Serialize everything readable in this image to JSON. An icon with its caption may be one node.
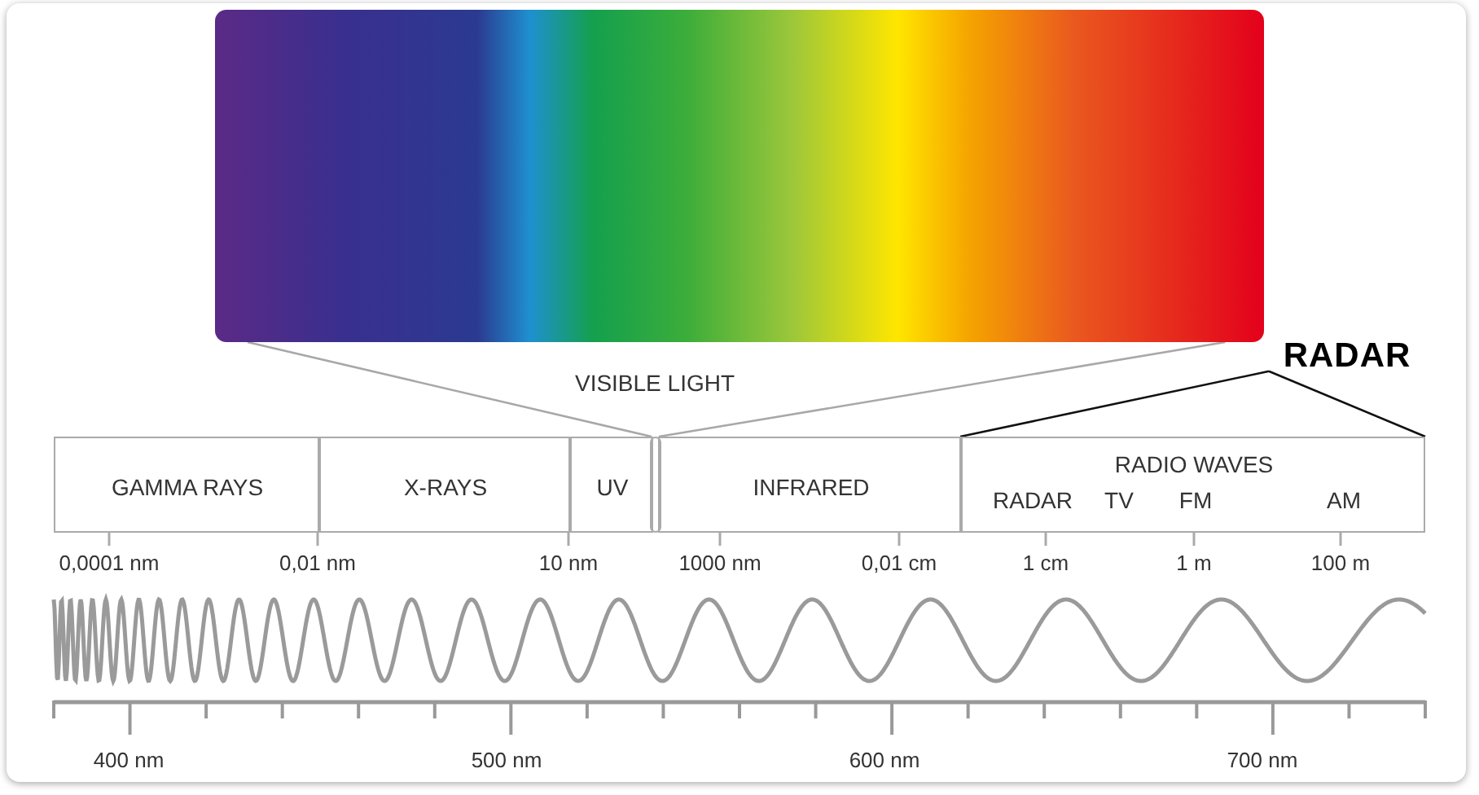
{
  "diagram": {
    "nodes": [
      {
        "text": [],
        "shape": "bar"
      },
      {
        "text": [
          "GAMMA RAYS"
        ]
      },
      {
        "text": [
          "X-RAYS"
        ]
      },
      {
        "text": [
          "UV"
        ]
      },
      {
        "text": [],
        "shape": "bar"
      },
      {
        "text": [
          "INFRARED"
        ]
      },
      {
        "text": [
          "RADIO WAVES",
          "RADAR",
          "TV",
          "FM",
          "AM"
        ]
      },
      {
        "text": [
          "RADAR"
        ]
      }
    ],
    "edges": [
      {
        "from": 0,
        "to": 4,
        "arrow": "none"
      },
      {
        "from": 0,
        "to": 4,
        "arrow": "none"
      },
      {
        "from": 7,
        "to": 6,
        "arrow": "none",
        "color": "#111111"
      },
      {
        "from": 7,
        "to": 6,
        "arrow": "none",
        "color": "#111111"
      }
    ],
    "labels": [
      "VISIBLE LIGHT",
      "0,0001 nm",
      "0,01 nm",
      "10 nm",
      "1000 nm",
      "0,01 cm",
      "1 cm",
      "1 m",
      "100 m",
      "400 nm",
      "500 nm",
      "600 nm",
      "700 nm"
    ]
  }
}
